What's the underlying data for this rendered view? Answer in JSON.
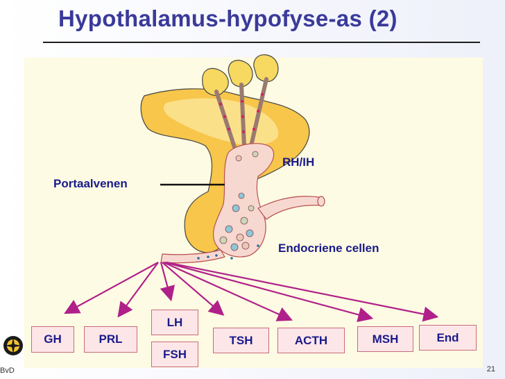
{
  "slide": {
    "title": "Hypothalamus-hypofyse-as (2)",
    "footer_left": "BvD",
    "footer_right": "21"
  },
  "labels": {
    "portal": "Portaalvenen",
    "rhih": "RH/IH",
    "endocrine": "Endocriene cellen"
  },
  "hormones": [
    {
      "id": "gh",
      "label": "GH"
    },
    {
      "id": "prl",
      "label": "PRL"
    },
    {
      "id": "lh",
      "label": "LH"
    },
    {
      "id": "fsh",
      "label": "FSH"
    },
    {
      "id": "tsh",
      "label": "TSH"
    },
    {
      "id": "acth",
      "label": "ACTH"
    },
    {
      "id": "msh",
      "label": "MSH"
    },
    {
      "id": "end",
      "label": "End"
    }
  ],
  "colors": {
    "title": "#3a3a9a",
    "label": "#1a1a8a",
    "arrow": "#b0208a",
    "gland": "#f7c64a",
    "vessel": "#f7d8d0"
  }
}
